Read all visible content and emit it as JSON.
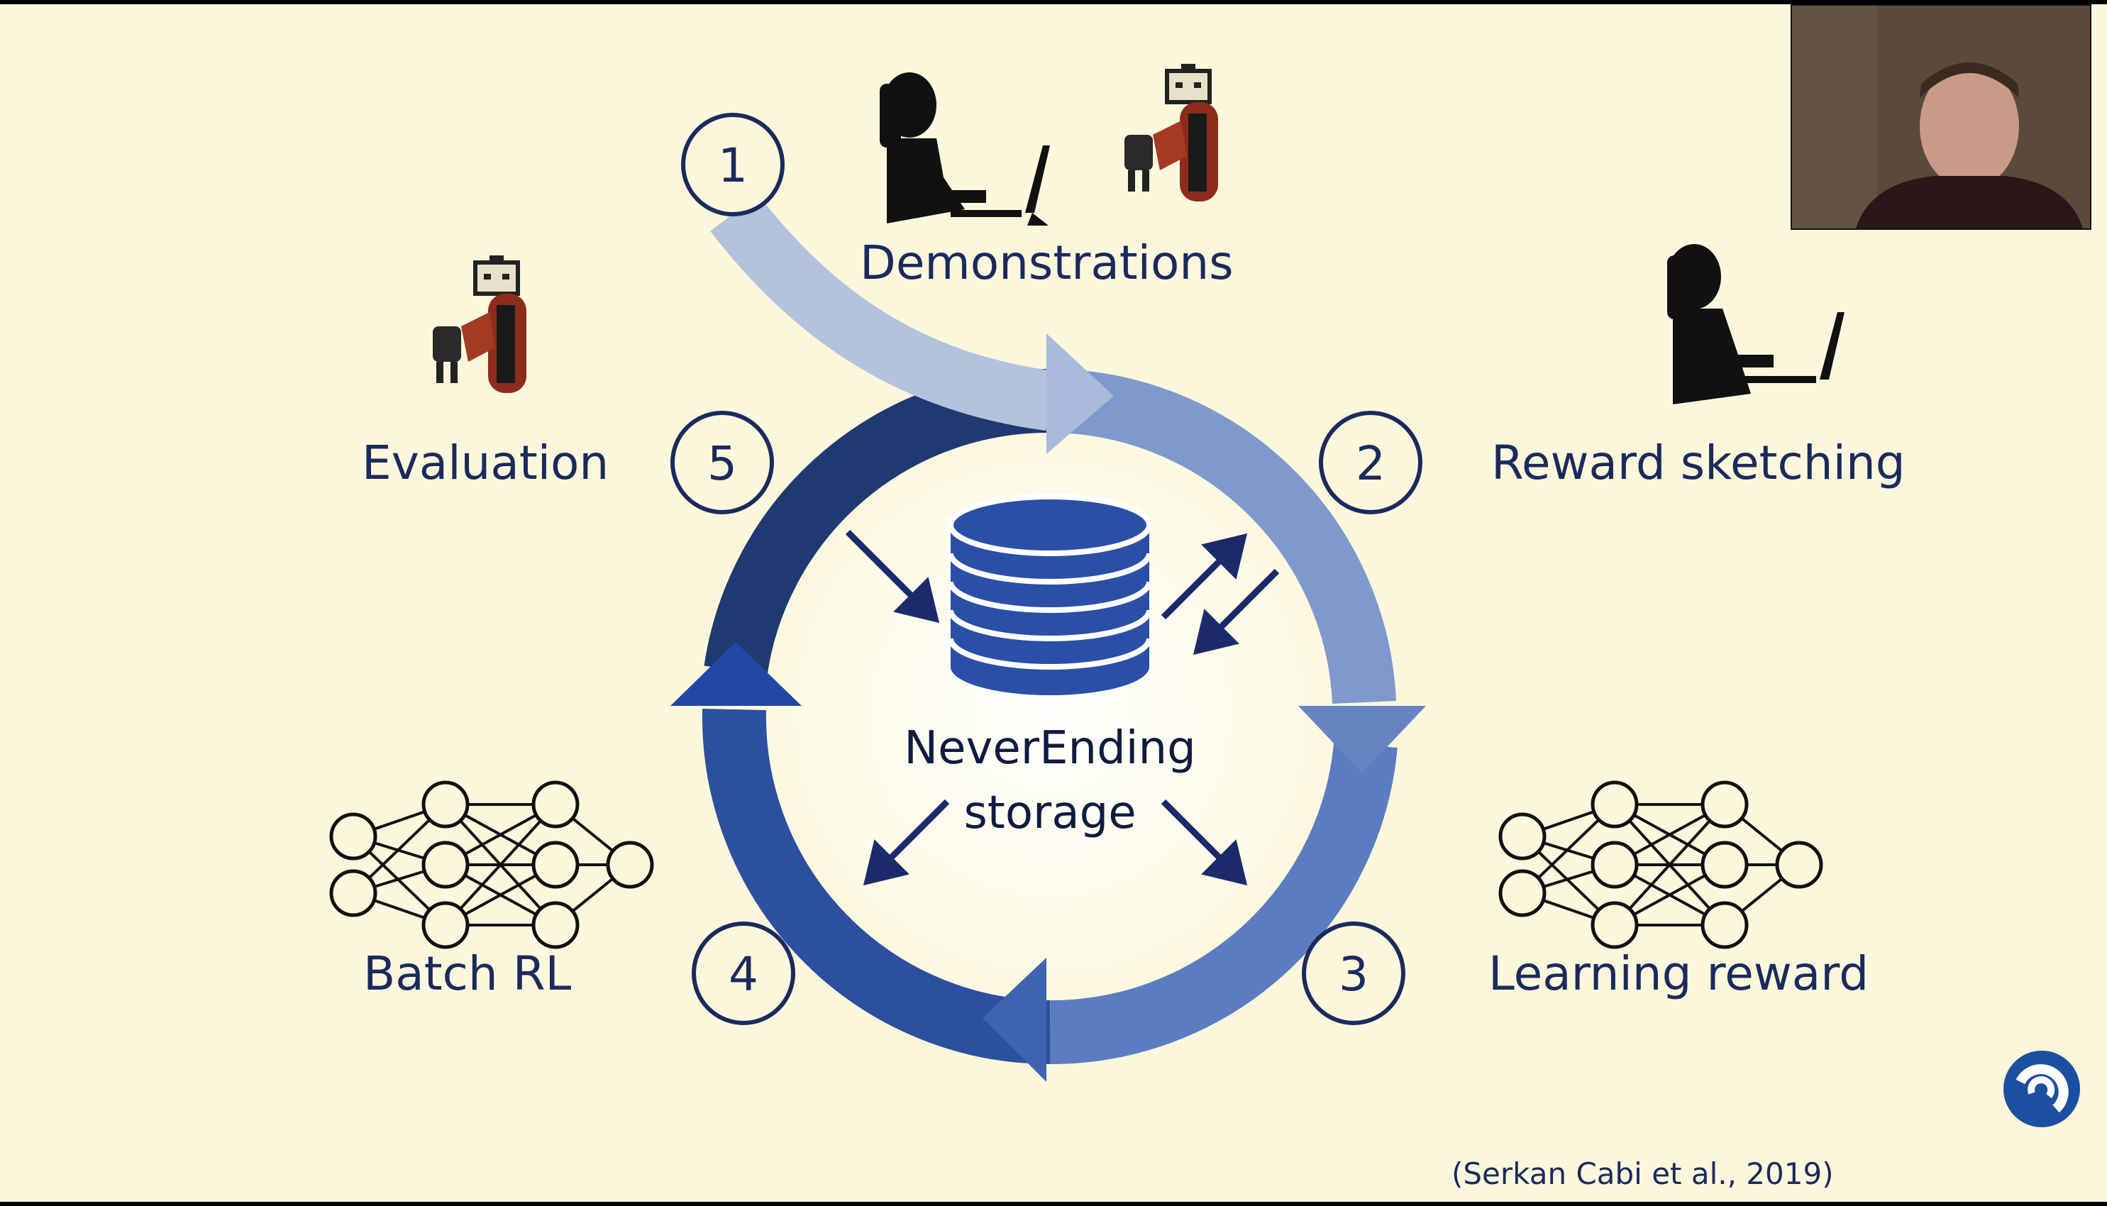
{
  "steps": [
    {
      "number": "1",
      "label": "Demonstrations"
    },
    {
      "number": "2",
      "label": "Reward sketching"
    },
    {
      "number": "3",
      "label": "Learning reward"
    },
    {
      "number": "4",
      "label": "Batch RL"
    },
    {
      "number": "5",
      "label": "Evaluation"
    }
  ],
  "center": {
    "line1": "NeverEnding",
    "line2": "storage"
  },
  "citation": "(Serkan Cabi et al., 2019)",
  "colors": {
    "background": "#fbf7dc",
    "text": "#1b2a5c",
    "ring_dark": "#1e3a70",
    "ring_mid": "#2d4fa0",
    "ring_light": "#7f99cd",
    "ring_lightest": "#b3c2dd",
    "database": "#2a4fa6",
    "robot_red": "#8c2c1c"
  },
  "icons": [
    "person-laptop-icon",
    "robot-arm-icon",
    "database-icon",
    "neural-network-icon",
    "deepmind-logo-icon"
  ]
}
